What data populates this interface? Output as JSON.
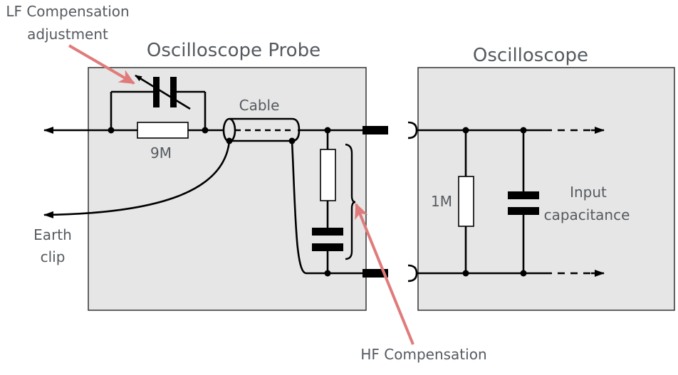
{
  "labels": {
    "probe_title": "Oscilloscope Probe",
    "scope_title": "Oscilloscope",
    "cable": "Cable",
    "resistor_9m": "9M",
    "resistor_1m": "1M",
    "earth_clip_line1": "Earth",
    "earth_clip_line2": "clip",
    "input_cap_line1": "Input",
    "input_cap_line2": "capacitance",
    "lf_comp_line1": "LF Compensation",
    "lf_comp_line2": "adjustment",
    "hf_comp": "HF Compensation"
  },
  "colors": {
    "box_fill": "#e6e6e6",
    "annotation_arrow": "#e07b7b",
    "text": "#555a5f"
  }
}
